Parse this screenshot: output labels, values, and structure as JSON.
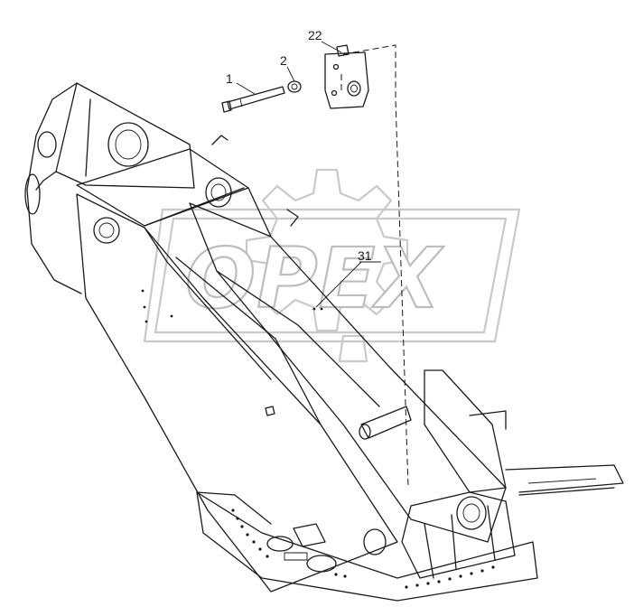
{
  "watermark": {
    "text": "OPEX"
  },
  "callouts": [
    {
      "id": "1",
      "label": "1",
      "part": "bolt"
    },
    {
      "id": "2",
      "label": "2",
      "part": "nut"
    },
    {
      "id": "22",
      "label": "22",
      "part": "valve-block"
    },
    {
      "id": "31",
      "label": "31",
      "part": "boom-frame"
    }
  ]
}
